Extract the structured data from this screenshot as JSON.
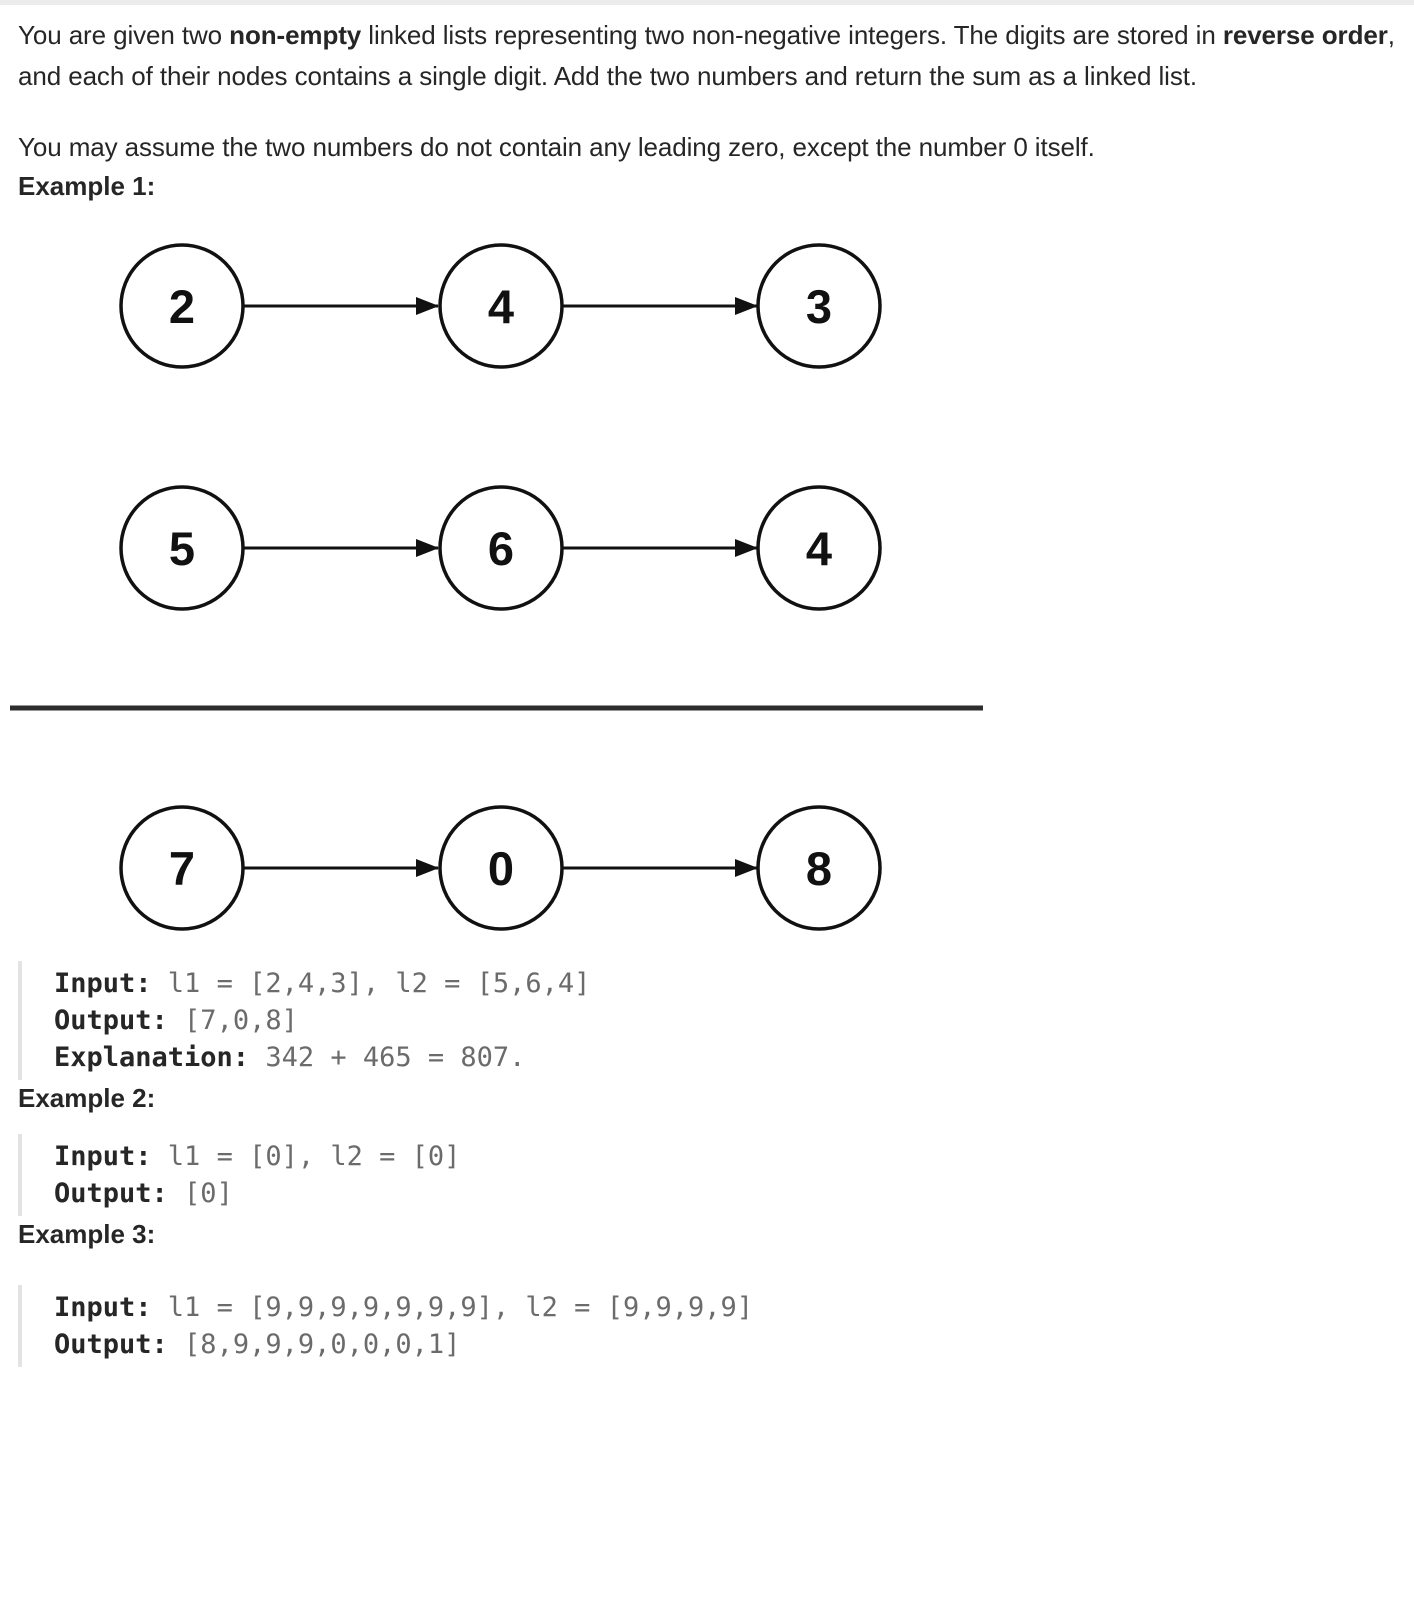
{
  "problem": {
    "intro": {
      "seg0": "You are given two ",
      "seg1": "non-empty",
      "seg2": " linked lists representing two non-negative integers. The digits are stored in ",
      "seg3": "reverse order",
      "seg4": ", and each of their nodes contains a single digit. Add the two numbers and return the sum as a linked list."
    },
    "note": "You may assume the two numbers do not contain any leading zero, except the number 0 itself."
  },
  "diagram": {
    "list1": [
      "2",
      "4",
      "3"
    ],
    "list2": [
      "5",
      "6",
      "4"
    ],
    "result": [
      "7",
      "0",
      "8"
    ]
  },
  "examples": [
    {
      "heading": "Example 1:",
      "lines": [
        {
          "label": "Input:",
          "value": " l1 = [2,4,3], l2 = [5,6,4]"
        },
        {
          "label": "Output:",
          "value": " [7,0,8]"
        },
        {
          "label": "Explanation:",
          "value": " 342 + 465 = 807."
        }
      ]
    },
    {
      "heading": "Example 2:",
      "lines": [
        {
          "label": "Input:",
          "value": " l1 = [0], l2 = [0]"
        },
        {
          "label": "Output:",
          "value": " [0]"
        }
      ]
    },
    {
      "heading": "Example 3:",
      "lines": [
        {
          "label": "Input:",
          "value": " l1 = [9,9,9,9,9,9,9], l2 = [9,9,9,9]"
        },
        {
          "label": "Output:",
          "value": " [8,9,9,9,0,0,0,1]"
        }
      ]
    }
  ],
  "colors": {
    "text": "#262626",
    "muted": "#6b6b6b",
    "code_border": "#e3e3e3",
    "diagram_stroke": "#111111"
  }
}
